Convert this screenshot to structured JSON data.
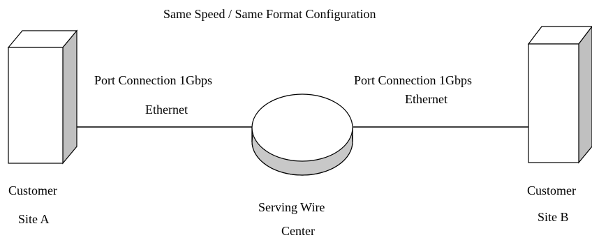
{
  "diagram": {
    "title": "Same Speed / Same Format Configuration",
    "left_link": {
      "line1": "Port Connection 1Gbps",
      "line2": "Ethernet"
    },
    "right_link": {
      "line1": "Port Connection 1Gbps",
      "line2": "Ethernet"
    },
    "site_a": {
      "line1": "Customer",
      "line2": "Site A"
    },
    "site_b": {
      "line1": "Customer",
      "line2": "Site B"
    },
    "hub": {
      "line1": "Serving Wire",
      "line2": "Center"
    },
    "colors": {
      "stroke": "#000000",
      "box_side": "#c0c0c0",
      "disk_side": "#c8c8c8",
      "fill": "#ffffff"
    }
  }
}
